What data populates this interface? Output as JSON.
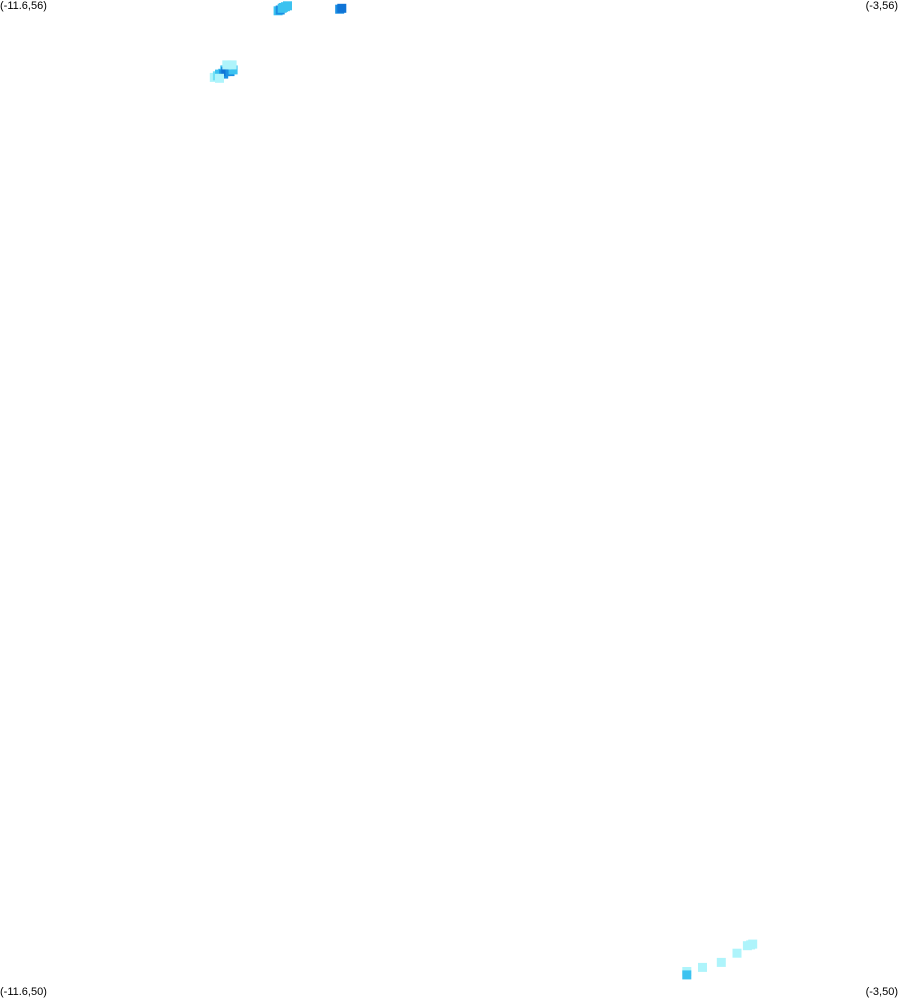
{
  "map": {
    "corners": {
      "top_left": "(-11.6,56)",
      "top_right": "(-3,56)",
      "bottom_left": "(-11.6,50)",
      "bottom_right": "(-3,50)"
    },
    "extent": {
      "lon_min": -11.6,
      "lon_max": -3,
      "lat_min": 50,
      "lat_max": 56
    },
    "colors": {
      "low": "#aef4fb",
      "mid_low": "#6fe0f5",
      "mid": "#3cc2f0",
      "high": "#1a8fe3",
      "peak": "#0f74d6"
    },
    "cells": [
      {
        "lon": -8.94,
        "lat": 55.935,
        "level": "mid"
      },
      {
        "lon": -8.92,
        "lat": 55.94,
        "level": "high"
      },
      {
        "lon": -8.9,
        "lat": 55.95,
        "level": "mid"
      },
      {
        "lon": -8.89,
        "lat": 55.955,
        "level": "mid"
      },
      {
        "lon": -8.87,
        "lat": 55.96,
        "level": "mid"
      },
      {
        "lon": -8.85,
        "lat": 55.965,
        "level": "mid"
      },
      {
        "lon": -8.35,
        "lat": 55.945,
        "level": "high"
      },
      {
        "lon": -8.33,
        "lat": 55.95,
        "level": "peak"
      },
      {
        "lon": -9.55,
        "lat": 55.535,
        "level": "low"
      },
      {
        "lon": -9.52,
        "lat": 55.545,
        "level": "mid_low"
      },
      {
        "lon": -9.5,
        "lat": 55.555,
        "level": "mid"
      },
      {
        "lon": -9.47,
        "lat": 55.56,
        "level": "mid"
      },
      {
        "lon": -9.45,
        "lat": 55.58,
        "level": "mid"
      },
      {
        "lon": -9.42,
        "lat": 55.59,
        "level": "mid"
      },
      {
        "lon": -9.4,
        "lat": 55.585,
        "level": "low"
      },
      {
        "lon": -9.46,
        "lat": 55.555,
        "level": "high"
      },
      {
        "lon": -9.44,
        "lat": 55.57,
        "level": "peak"
      },
      {
        "lon": -9.4,
        "lat": 55.57,
        "level": "high"
      },
      {
        "lon": -9.37,
        "lat": 55.58,
        "level": "mid"
      },
      {
        "lon": -9.43,
        "lat": 55.61,
        "level": "low"
      },
      {
        "lon": -9.38,
        "lat": 55.61,
        "level": "low"
      },
      {
        "lon": -9.5,
        "lat": 55.53,
        "level": "low"
      },
      {
        "lon": -4.55,
        "lat": 50.275,
        "level": "low"
      },
      {
        "lon": -4.45,
        "lat": 50.32,
        "level": "low"
      },
      {
        "lon": -4.42,
        "lat": 50.325,
        "level": "low"
      },
      {
        "lon": -4.4,
        "lat": 50.33,
        "level": "low"
      },
      {
        "lon": -4.7,
        "lat": 50.22,
        "level": "low"
      },
      {
        "lon": -4.88,
        "lat": 50.19,
        "level": "low"
      },
      {
        "lon": -5.03,
        "lat": 50.165,
        "level": "low"
      },
      {
        "lon": -5.03,
        "lat": 50.145,
        "level": "mid"
      }
    ]
  }
}
